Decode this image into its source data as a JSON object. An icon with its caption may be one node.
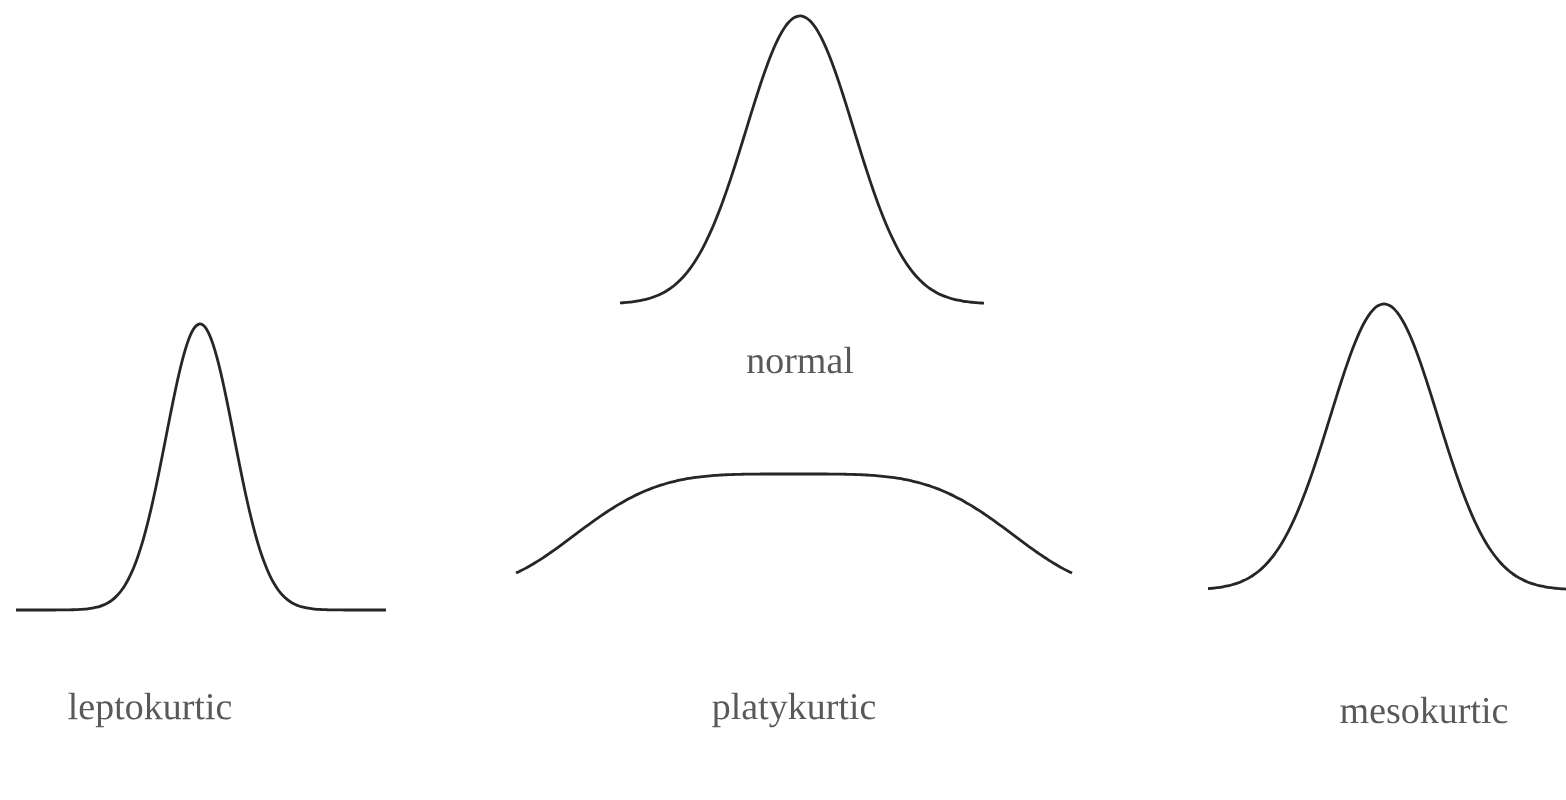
{
  "diagram": {
    "labels": [
      "normal",
      "leptokurtic",
      "platykurtic",
      "mesokurtic"
    ]
  }
}
